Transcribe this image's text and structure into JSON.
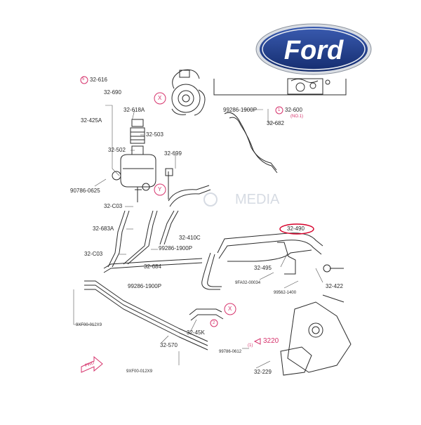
{
  "brand": {
    "name": "Ford",
    "logo_blue": "#1f3c88",
    "logo_silver": "#d9dde3"
  },
  "watermark": "MEDIA",
  "colors": {
    "line": "#2b2b2b",
    "callout": "#d6336c",
    "highlight_ring": "#d6002a",
    "background": "#ffffff"
  },
  "labels": {
    "l32616": "32-616",
    "l32690": "32-690",
    "l32618a": "32-618A",
    "l32425a": "32-425A",
    "l32503": "32-503",
    "l32502": "32-502",
    "l32699": "32-699",
    "l90786_0625": "90786-0625",
    "l32c03_a": "32-C03",
    "l32683a": "32-683A",
    "l32c03_b": "32-C03",
    "l32410c": "32-410C",
    "l99286_a": "99286-1900P",
    "l32684": "32-684",
    "l99286_b": "99286-1900P",
    "l99286_c": "99286-1900P",
    "l32600": "32-600",
    "l32600_sub": "(NO.1)",
    "l32682": "32-682",
    "l32490": "32-490",
    "l32495": "32-495",
    "l9fa02": "9FA02-00034",
    "l32422": "32-422",
    "l99562": "99562-1400",
    "l9xf00_a": "9XF00-012X9",
    "l32570": "32-570",
    "l32455k": "32-45K",
    "l3220": "3220",
    "l99786_0612": "99786-0612",
    "l9xf00_b": "9XF00-012X9",
    "l32229": "32-229",
    "fwd": "FWD"
  },
  "markers": {
    "m_x1": "X",
    "m_y1": "Y",
    "m_x2": "X",
    "m_1": "1",
    "m_2": "2",
    "m_5": "5",
    "qty1": "(1)"
  }
}
